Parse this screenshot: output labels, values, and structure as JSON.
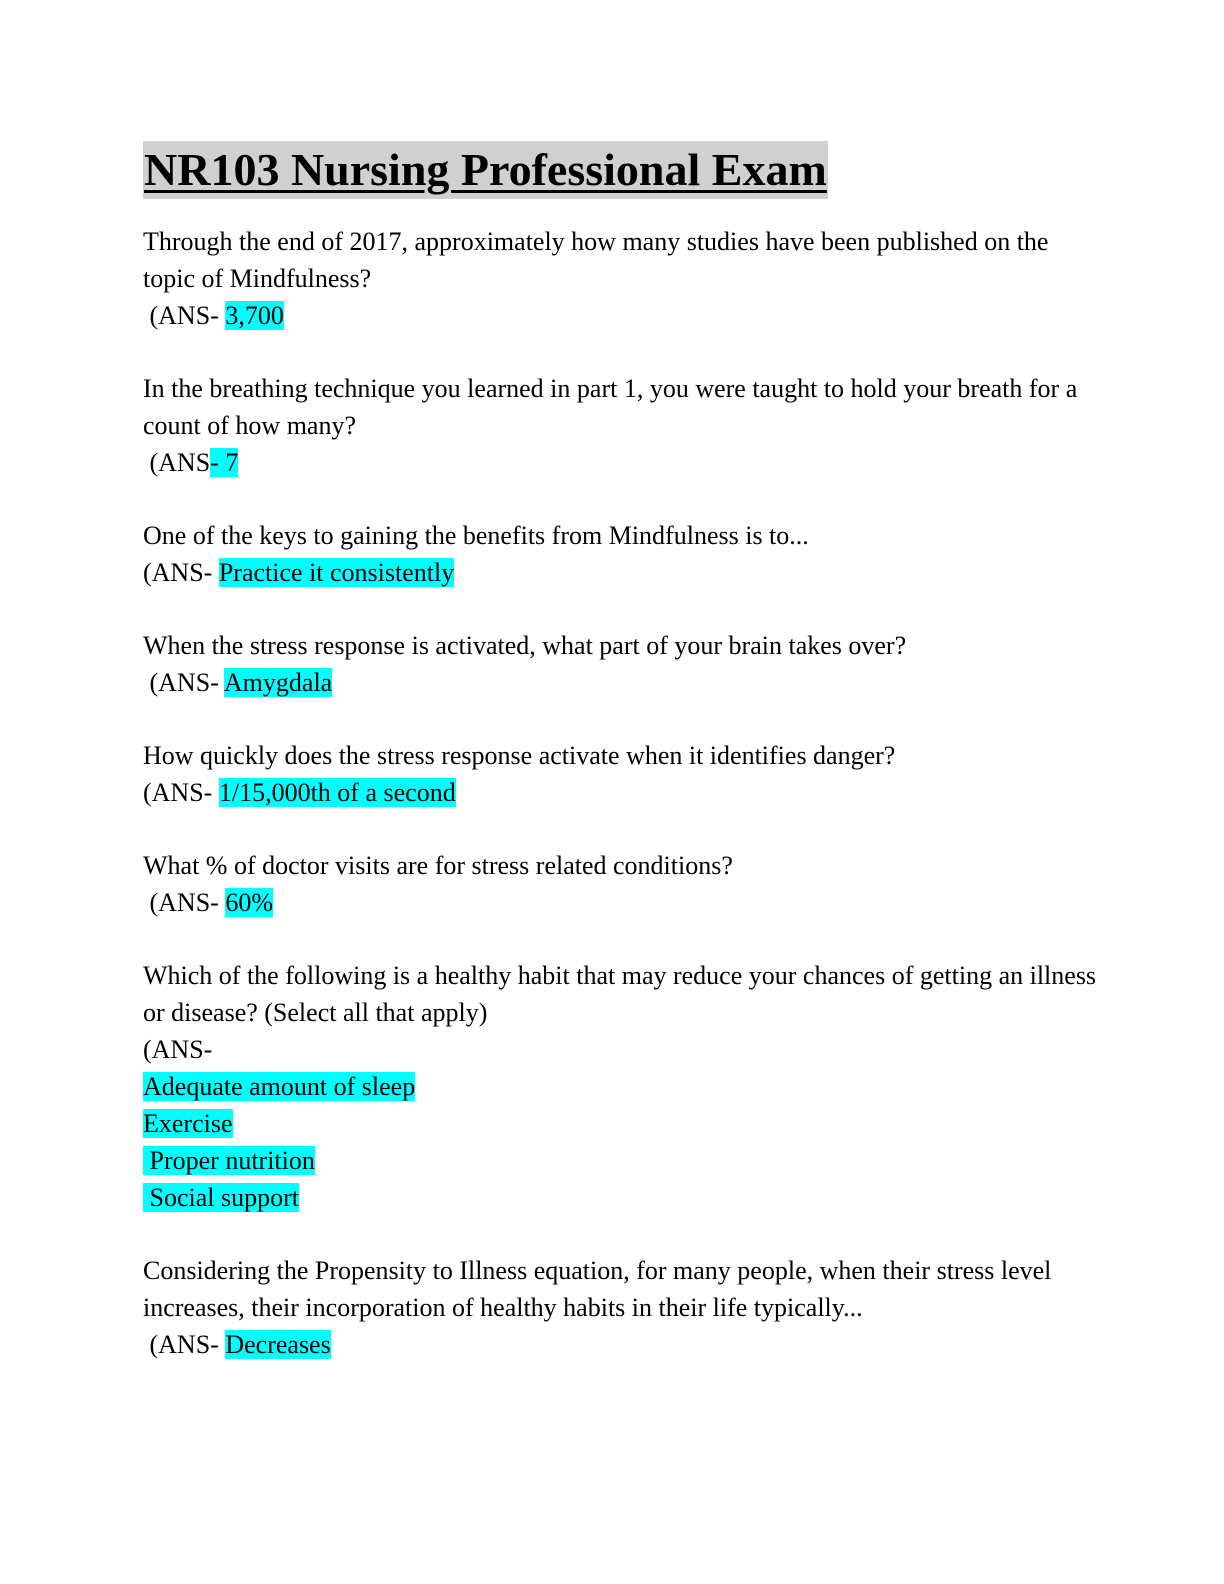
{
  "document": {
    "title": "NR103 Nursing Professional Exam",
    "highlight_color": "#00ffff",
    "title_background": "#d0d0d0"
  },
  "qa": [
    {
      "question": "Through the end of 2017, approximately how many studies have been published on the topic of Mindfulness?",
      "prefix": " (ANS- ",
      "answer": "3,700"
    },
    {
      "question": "In the breathing technique you learned in part 1, you were taught to hold your breath for a count of how many?",
      "prefix": " (ANS",
      "answer": "- 7"
    },
    {
      "question": "One of the keys to gaining the benefits from Mindfulness is to...",
      "prefix": "(ANS- ",
      "answer": "Practice it consistently"
    },
    {
      "question": "When the stress response is activated, what part of your brain takes over?",
      "prefix": " (ANS- ",
      "answer": "Amygdala"
    },
    {
      "question": "How quickly does the stress response activate when it identifies danger?",
      "prefix": "(ANS- ",
      "answer": "1/15,000th of a second"
    },
    {
      "question": "What % of doctor visits are for stress related conditions?",
      "prefix": " (ANS- ",
      "answer": "60%"
    },
    {
      "question": "Which of the following is a healthy habit that may reduce your chances of getting an illness or disease? (Select all that apply)",
      "prefix": "(ANS-",
      "answers": [
        "Adequate amount of sleep",
        "Exercise",
        " Proper nutrition",
        " Social support"
      ]
    },
    {
      "question": "Considering the Propensity to Illness equation, for many people, when their stress level increases, their incorporation of healthy habits in their life typically...",
      "prefix": " (ANS- ",
      "answer": "Decreases"
    }
  ]
}
